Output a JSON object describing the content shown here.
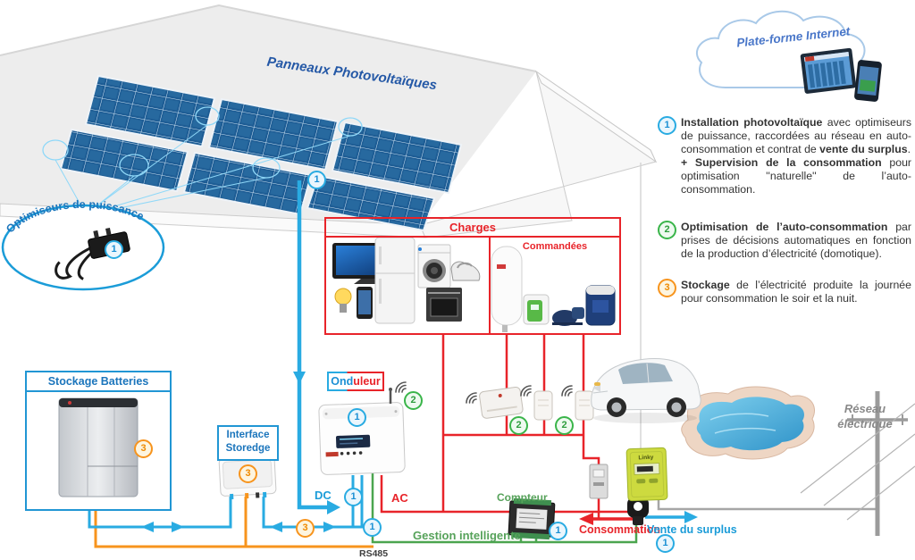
{
  "badges": {
    "one": "1",
    "two": "2",
    "three": "3"
  },
  "labels": {
    "panneaux": "Panneaux Photovoltaïques",
    "plateforme": "Plate-forme Internet",
    "optimiseurs": "Optimiseurs de puissance",
    "charges": "Charges",
    "commandees": "Commandées",
    "stockage": "Stockage Batteries",
    "interface_l1": "Interface",
    "interface_l2": "Storedge",
    "onduleur_blue": "Ond",
    "onduleur_red": "uleur",
    "dc": "DC",
    "ac": "AC",
    "compteur": "Compteur",
    "gestion": "Gestion intelligente",
    "rs485": "RS485",
    "consommation": "Consommation",
    "vente": "Vente du surplus",
    "reseau_l1": "Réseau",
    "reseau_l2": "électrique",
    "linky": "Linky"
  },
  "notes": [
    {
      "num": "1",
      "b1": "Installation photovoltaïque",
      "t1": " avec optimiseurs de puissance, raccordées au réseau en auto-consommation et contrat de ",
      "b2": "vente du surplus",
      "t2": ".",
      "b3": "+ Supervision de la consommation",
      "t3": " pour optimisation ''naturelle'' de l’auto-consommation."
    },
    {
      "num": "2",
      "b1": "Optimisation de l’auto-consommation",
      "t1": " par prises de décisions automatiques en fonction de la production d’électricité (domotique)."
    },
    {
      "num": "3",
      "b1": "Stockage",
      "t1": " de l’électricité produite la journée pour consommation le soir et la nuit."
    }
  ],
  "colors": {
    "wire_blue": "#29abe2",
    "wire_red": "#e8242a",
    "wire_green": "#4ba54f",
    "wire_orange": "#f7941d",
    "wire_gray": "#a6a6a6",
    "text_blue": "#1b75bc",
    "badge_green": "#3ab54a",
    "badge_orange": "#f7941d",
    "panel_blue": "#1d5c94"
  }
}
